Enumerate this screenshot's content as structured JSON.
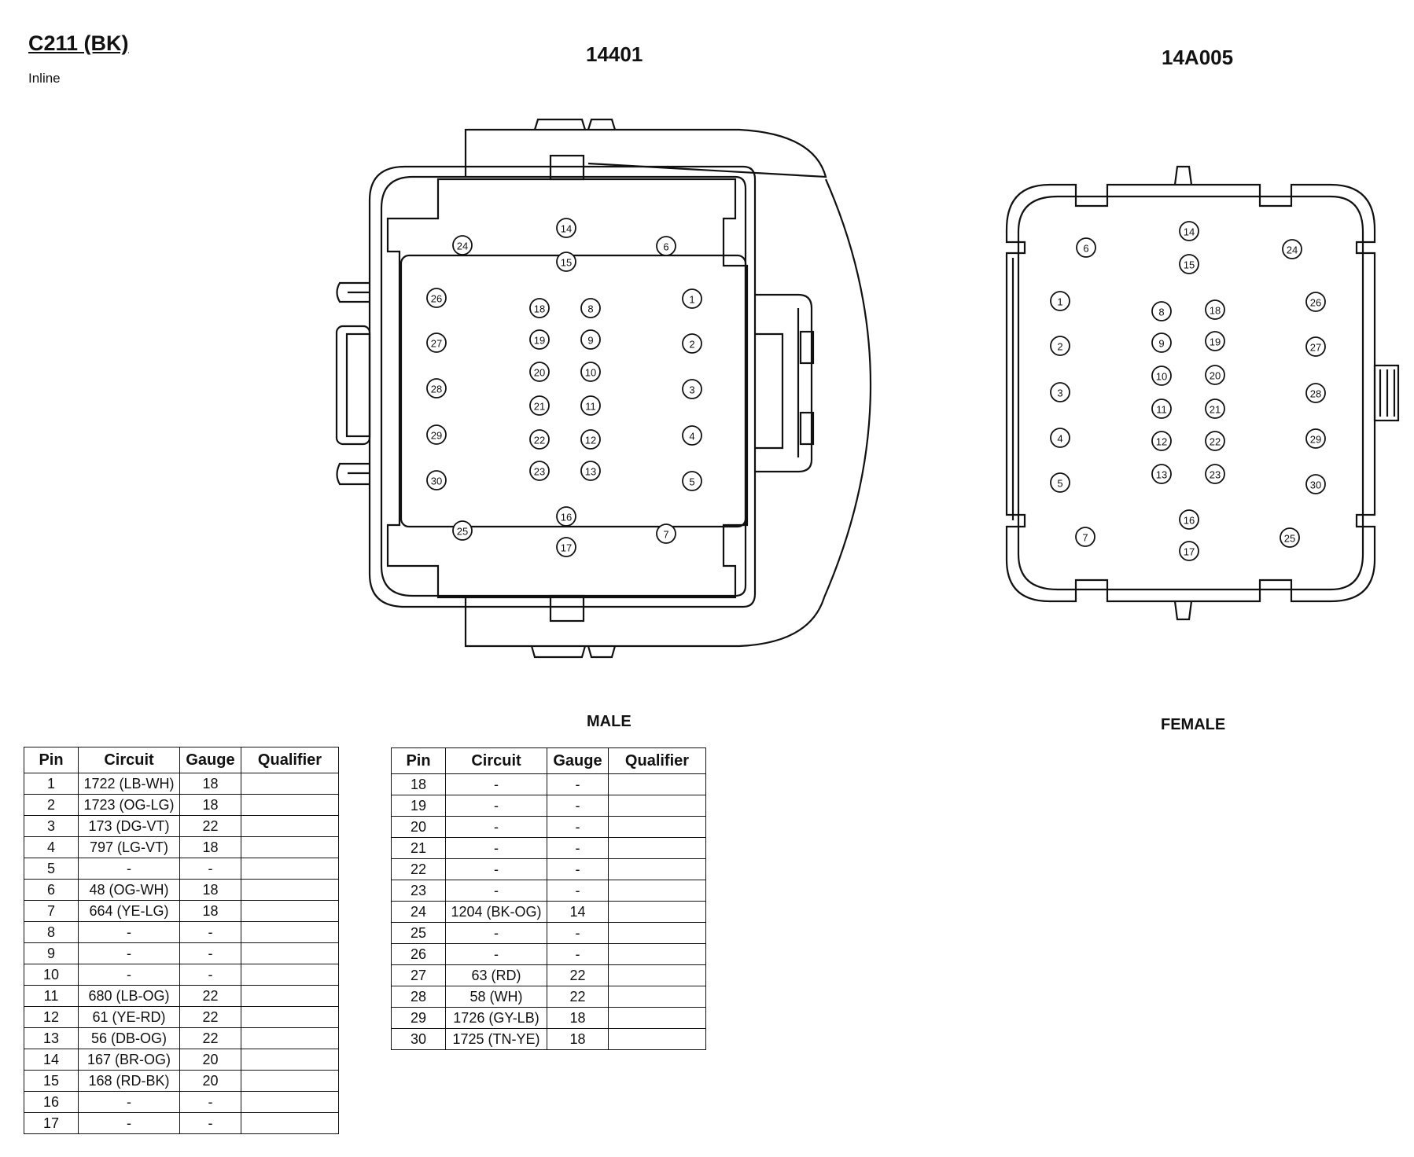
{
  "connector": {
    "title": "C211 (BK)",
    "type": "Inline"
  },
  "male": {
    "part_number": "14401",
    "label": "MALE",
    "pins": [
      {
        "n": "24"
      },
      {
        "n": "14"
      },
      {
        "n": "6"
      },
      {
        "n": "15"
      },
      {
        "n": "26"
      },
      {
        "n": "1"
      },
      {
        "n": "18"
      },
      {
        "n": "8"
      },
      {
        "n": "27"
      },
      {
        "n": "2"
      },
      {
        "n": "19"
      },
      {
        "n": "9"
      },
      {
        "n": "28"
      },
      {
        "n": "3"
      },
      {
        "n": "20"
      },
      {
        "n": "10"
      },
      {
        "n": "29"
      },
      {
        "n": "4"
      },
      {
        "n": "21"
      },
      {
        "n": "11"
      },
      {
        "n": "30"
      },
      {
        "n": "5"
      },
      {
        "n": "22"
      },
      {
        "n": "12"
      },
      {
        "n": "23"
      },
      {
        "n": "13"
      },
      {
        "n": "25"
      },
      {
        "n": "16"
      },
      {
        "n": "7"
      },
      {
        "n": "17"
      }
    ]
  },
  "female": {
    "part_number": "14A005",
    "label": "FEMALE",
    "pins": [
      {
        "n": "6"
      },
      {
        "n": "14"
      },
      {
        "n": "24"
      },
      {
        "n": "15"
      },
      {
        "n": "1"
      },
      {
        "n": "26"
      },
      {
        "n": "8"
      },
      {
        "n": "18"
      },
      {
        "n": "2"
      },
      {
        "n": "27"
      },
      {
        "n": "9"
      },
      {
        "n": "19"
      },
      {
        "n": "3"
      },
      {
        "n": "28"
      },
      {
        "n": "10"
      },
      {
        "n": "20"
      },
      {
        "n": "4"
      },
      {
        "n": "29"
      },
      {
        "n": "11"
      },
      {
        "n": "21"
      },
      {
        "n": "5"
      },
      {
        "n": "30"
      },
      {
        "n": "12"
      },
      {
        "n": "22"
      },
      {
        "n": "13"
      },
      {
        "n": "23"
      },
      {
        "n": "7"
      },
      {
        "n": "25"
      },
      {
        "n": "16"
      },
      {
        "n": "17"
      }
    ]
  },
  "table": {
    "headers": {
      "pin": "Pin",
      "circuit": "Circuit",
      "gauge": "Gauge",
      "qualifier": "Qualifier"
    },
    "left_rows": [
      {
        "pin": "1",
        "circuit": "1722 (LB-WH)",
        "gauge": "18",
        "qualifier": ""
      },
      {
        "pin": "2",
        "circuit": "1723 (OG-LG)",
        "gauge": "18",
        "qualifier": ""
      },
      {
        "pin": "3",
        "circuit": "173 (DG-VT)",
        "gauge": "22",
        "qualifier": ""
      },
      {
        "pin": "4",
        "circuit": "797 (LG-VT)",
        "gauge": "18",
        "qualifier": ""
      },
      {
        "pin": "5",
        "circuit": "-",
        "gauge": "-",
        "qualifier": ""
      },
      {
        "pin": "6",
        "circuit": "48 (OG-WH)",
        "gauge": "18",
        "qualifier": ""
      },
      {
        "pin": "7",
        "circuit": "664 (YE-LG)",
        "gauge": "18",
        "qualifier": ""
      },
      {
        "pin": "8",
        "circuit": "-",
        "gauge": "-",
        "qualifier": ""
      },
      {
        "pin": "9",
        "circuit": "-",
        "gauge": "-",
        "qualifier": ""
      },
      {
        "pin": "10",
        "circuit": "-",
        "gauge": "-",
        "qualifier": ""
      },
      {
        "pin": "11",
        "circuit": "680 (LB-OG)",
        "gauge": "22",
        "qualifier": ""
      },
      {
        "pin": "12",
        "circuit": "61 (YE-RD)",
        "gauge": "22",
        "qualifier": ""
      },
      {
        "pin": "13",
        "circuit": "56 (DB-OG)",
        "gauge": "22",
        "qualifier": ""
      },
      {
        "pin": "14",
        "circuit": "167 (BR-OG)",
        "gauge": "20",
        "qualifier": ""
      },
      {
        "pin": "15",
        "circuit": "168 (RD-BK)",
        "gauge": "20",
        "qualifier": ""
      },
      {
        "pin": "16",
        "circuit": "-",
        "gauge": "-",
        "qualifier": ""
      },
      {
        "pin": "17",
        "circuit": "-",
        "gauge": "-",
        "qualifier": ""
      }
    ],
    "right_rows": [
      {
        "pin": "18",
        "circuit": "-",
        "gauge": "-",
        "qualifier": ""
      },
      {
        "pin": "19",
        "circuit": "-",
        "gauge": "-",
        "qualifier": ""
      },
      {
        "pin": "20",
        "circuit": "-",
        "gauge": "-",
        "qualifier": ""
      },
      {
        "pin": "21",
        "circuit": "-",
        "gauge": "-",
        "qualifier": ""
      },
      {
        "pin": "22",
        "circuit": "-",
        "gauge": "-",
        "qualifier": ""
      },
      {
        "pin": "23",
        "circuit": "-",
        "gauge": "-",
        "qualifier": ""
      },
      {
        "pin": "24",
        "circuit": "1204 (BK-OG)",
        "gauge": "14",
        "qualifier": ""
      },
      {
        "pin": "25",
        "circuit": "-",
        "gauge": "-",
        "qualifier": ""
      },
      {
        "pin": "26",
        "circuit": "-",
        "gauge": "-",
        "qualifier": ""
      },
      {
        "pin": "27",
        "circuit": "63 (RD)",
        "gauge": "22",
        "qualifier": ""
      },
      {
        "pin": "28",
        "circuit": "58 (WH)",
        "gauge": "22",
        "qualifier": ""
      },
      {
        "pin": "29",
        "circuit": "1726 (GY-LB)",
        "gauge": "18",
        "qualifier": ""
      },
      {
        "pin": "30",
        "circuit": "1725 (TN-YE)",
        "gauge": "18",
        "qualifier": ""
      }
    ]
  }
}
